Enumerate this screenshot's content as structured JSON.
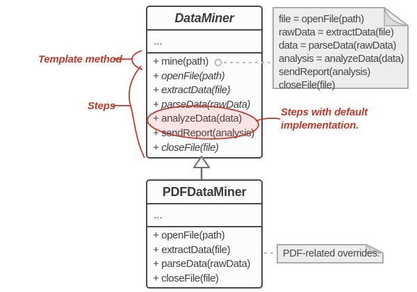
{
  "diagram": {
    "title": "Template Method pattern structure (DataMiner example)",
    "classes": [
      {
        "name": "DataMiner",
        "abstract": true,
        "ellipsis": "...",
        "methods": [
          {
            "text": "+ mine(path)",
            "abstract": false,
            "connector": true
          },
          {
            "text": "+ openFile(path)",
            "abstract": true,
            "connector": false
          },
          {
            "text": "+ extractData(file)",
            "abstract": true,
            "connector": false
          },
          {
            "text": "+ parseData(rawData)",
            "abstract": true,
            "connector": false
          },
          {
            "text": "+ analyzeData(data)",
            "abstract": false,
            "connector": false
          },
          {
            "text": "+ sendReport(analysis)",
            "abstract": false,
            "connector": false
          },
          {
            "text": "+ closeFile(file)",
            "abstract": true,
            "connector": false
          }
        ]
      },
      {
        "name": "PDFDataMiner",
        "abstract": false,
        "ellipsis": "...",
        "methods": [
          {
            "text": "+ openFile(path)",
            "abstract": false,
            "connector": false
          },
          {
            "text": "+ extractData(file)",
            "abstract": false,
            "connector": false
          },
          {
            "text": "+ parseData(rawData)",
            "abstract": false,
            "connector": false
          },
          {
            "text": "+ closeFile(file)",
            "abstract": false,
            "connector": false
          }
        ]
      }
    ],
    "notes": [
      {
        "lines": [
          "file = openFile(path)",
          "rawData = extractData(file)",
          "data = parseData(rawData)",
          "analysis = analyzeData(data)",
          "sendReport(analysis)",
          "closeFile(file)"
        ]
      },
      {
        "lines": [
          "PDF-related overrides."
        ]
      }
    ],
    "annotations": [
      {
        "id": "template-method",
        "lines": [
          "Template method"
        ]
      },
      {
        "id": "steps",
        "lines": [
          "Steps"
        ]
      },
      {
        "id": "steps-default",
        "lines": [
          "Steps with default",
          "implementation."
        ]
      }
    ],
    "relations": [
      {
        "type": "inheritance",
        "from": "PDFDataMiner",
        "to": "DataMiner"
      }
    ],
    "colors": {
      "accent_red": "#c0392b",
      "ellipse_fill": "rgba(231,76,60,0.13)",
      "box_border": "#4a4a4a",
      "note_bg": "#ededed",
      "note_fold": "#dcdcdc",
      "note_border": "#a9a9a9",
      "text": "#3f3f3f",
      "connector_gray": "#b9b9b9",
      "arrow_gray": "#6f6f6f"
    }
  }
}
